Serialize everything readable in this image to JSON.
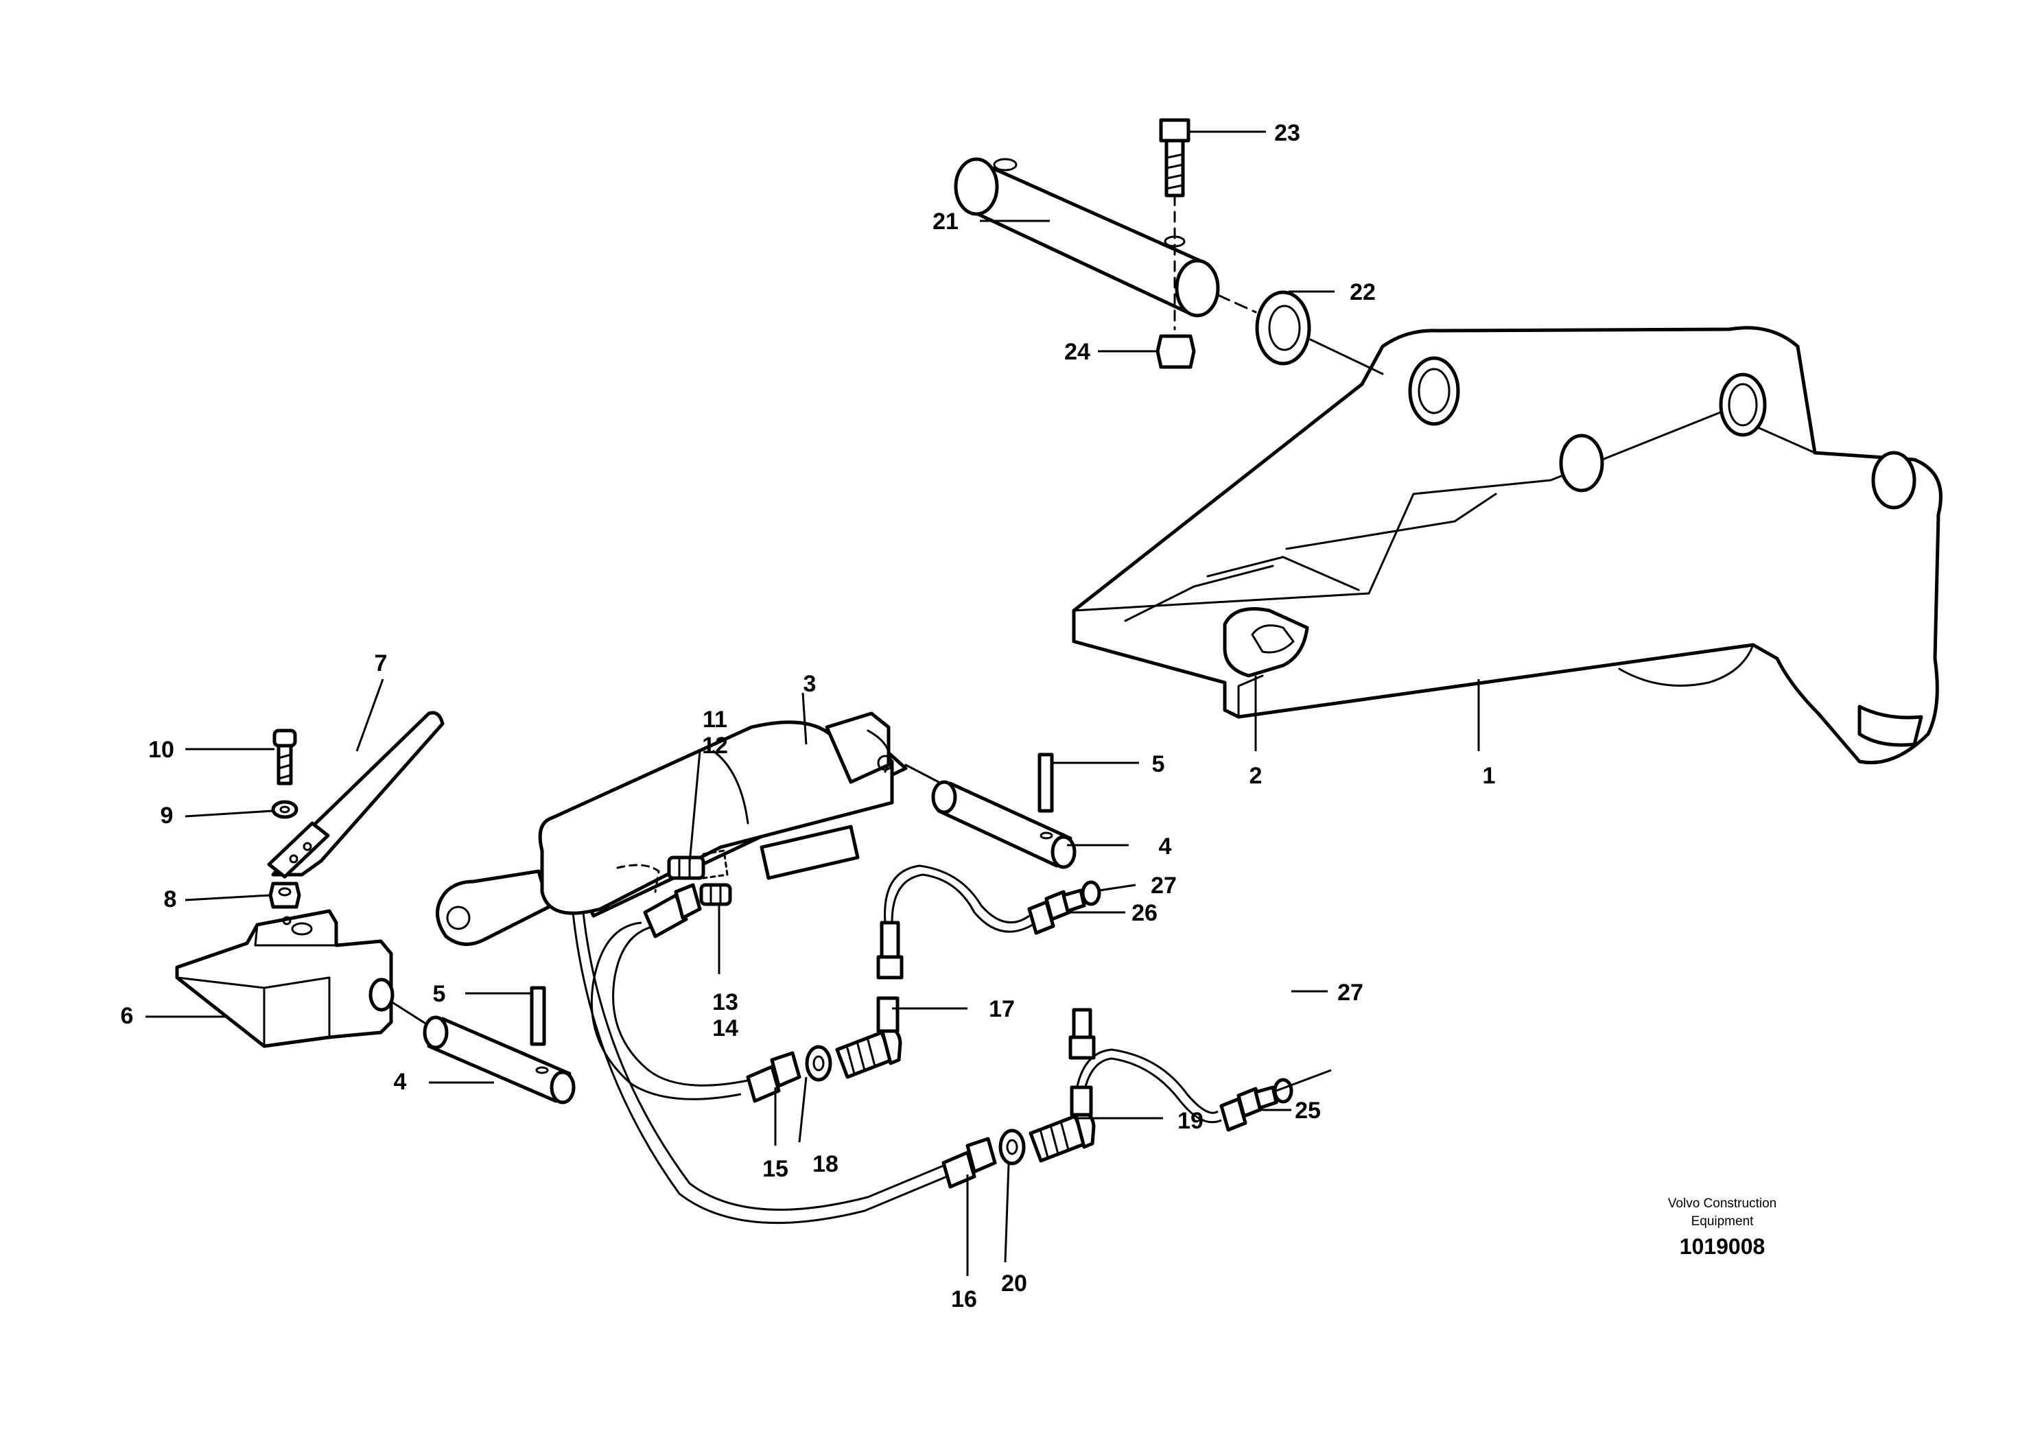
{
  "callouts": {
    "c1": "1",
    "c2": "2",
    "c3": "3",
    "c4a": "4",
    "c4b": "4",
    "c5a": "5",
    "c5b": "5",
    "c6": "6",
    "c7": "7",
    "c8": "8",
    "c9": "9",
    "c10": "10",
    "c11": "11",
    "c12": "12",
    "c13": "13",
    "c14": "14",
    "c15": "15",
    "c16": "16",
    "c17": "17",
    "c18": "18",
    "c19": "19",
    "c20": "20",
    "c21": "21",
    "c22": "22",
    "c23": "23",
    "c24": "24",
    "c25": "25",
    "c26": "26",
    "c27a": "27",
    "c27b": "27"
  },
  "credit": {
    "line1": "Volvo Construction",
    "line2": "Equipment",
    "drawing_number": "1019008"
  }
}
